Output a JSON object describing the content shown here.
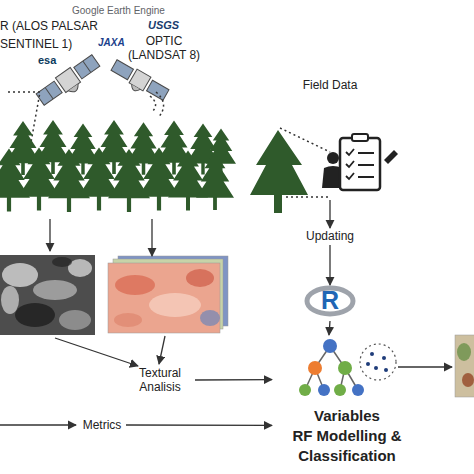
{
  "diagram": {
    "nodes": [
      {
        "text": [
          "R (ALOS PALSAR SENTINEL 1)"
        ]
      },
      {
        "text": [
          "OPTIC (LANDSAT 8)"
        ]
      },
      {
        "text": [
          "Field Data"
        ]
      },
      {
        "text": [
          "Updating"
        ]
      },
      {
        "text": [
          "R"
        ]
      },
      {
        "text": [
          "Textural Analisis"
        ]
      },
      {
        "text": [
          "Metrics"
        ]
      },
      {
        "text": [
          "Variables",
          "RF Modelling & Classification"
        ]
      }
    ],
    "edges": [
      {
        "from": 2,
        "to": 3,
        "arrow": "to"
      },
      {
        "from": 3,
        "to": 4,
        "arrow": "to"
      },
      {
        "from": 4,
        "to": 7,
        "arrow": "to"
      },
      {
        "from": 5,
        "to": 7,
        "arrow": "to"
      },
      {
        "from": 6,
        "to": 7,
        "arrow": "to"
      }
    ],
    "labels": [
      "Google Earth Engine",
      "USGS",
      "JAXA",
      "esa"
    ]
  }
}
